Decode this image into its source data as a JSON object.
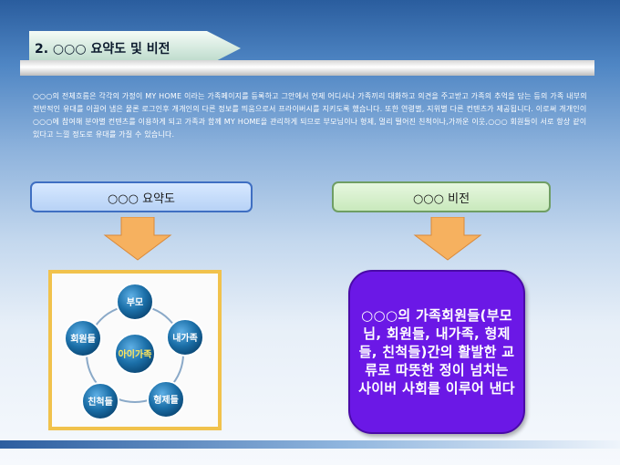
{
  "header": {
    "title": "2. ○○○ 요약도 및 비전"
  },
  "intro": {
    "text": "○○○의 전체흐름은 각각의 가정이 MY HOME 이라는 가족페이지를 등록하고 그안에서 언제 어디서나 가족끼리 대화하고 의견을 주고받고 가족의 추억을 담는 등의 가족 내부의 전반적인 유대를 이끌어 냄은 물론 로그인후 개개인의 다른 정보를 띄움으로서 프라이버시를 지키도록 했습니다. 또한 연령별, 지위별 다른 컨텐츠가 제공됩니다. 이로써 개개인이 ○○○에 참여해 분야별 컨텐츠를 이용하게 되고 가족과 함께 MY HOME을 관리하게 되므로 부모님이나 형제, 멀리 떨어진 친척이나,가까운 이웃,○○○ 회원들이 서로 항상 같이 있다고 느낄 정도로 유대를 가질 수 있습니다."
  },
  "summary": {
    "label": "○○○ 요약도"
  },
  "vision": {
    "label": "○○○ 비전",
    "text": "○○○의 가족회원들(부모님, 회원들, 내가족, 형제들, 친척들)간의 활발한 교류로 따뜻한 정이 넘치는 사이버 사회를 이루어 낸다"
  },
  "diagram": {
    "center": "아이가족",
    "nodes": [
      "부모",
      "내가족",
      "형제들",
      "친척들",
      "회원들"
    ]
  },
  "colors": {
    "node": "#1b6fa8",
    "arrow": "#f6b15f",
    "vision_bg": "#6b18e6",
    "frame": "#f1c24c"
  }
}
